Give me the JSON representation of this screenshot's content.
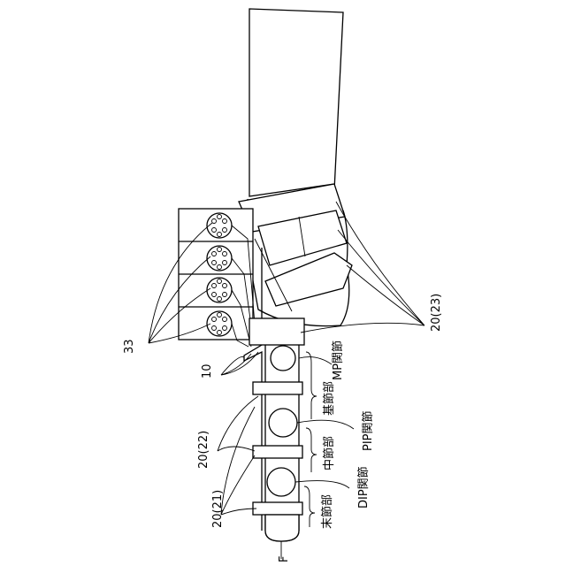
{
  "labels": {
    "ref_33": "33",
    "ref_10": "10",
    "ref_20_23": "20(23)",
    "ref_20_22": "20(22)",
    "ref_20_21": "20(21)",
    "ref_F": "F",
    "mp_joint": "MP関節",
    "pip_joint": "PIP関節",
    "dip_joint": "DIP関節",
    "proximal_phalanx": "基節部",
    "middle_phalanx": "中節部",
    "distal_phalanx": "末節部"
  }
}
